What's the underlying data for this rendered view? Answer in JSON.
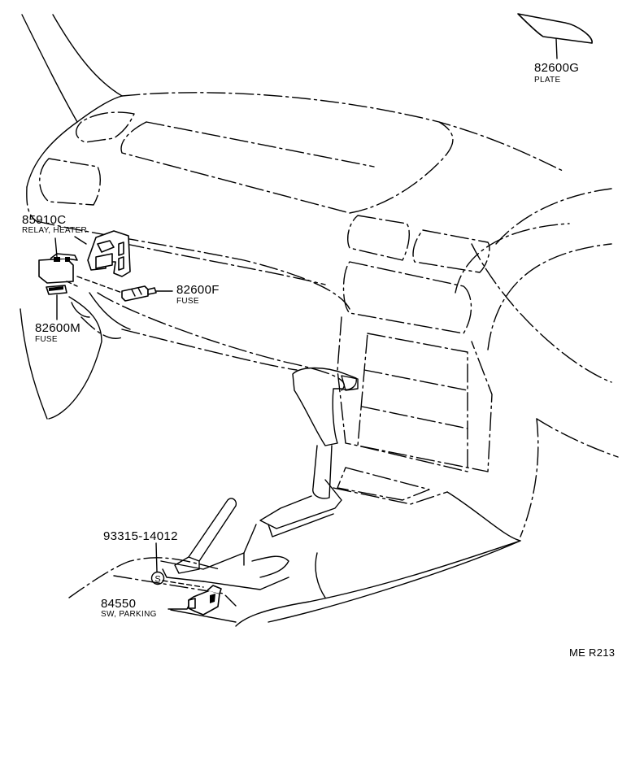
{
  "parts": [
    {
      "id": "plate",
      "part_number": "82600G",
      "description": "PLATE"
    },
    {
      "id": "relay-heater",
      "part_number": "85910C",
      "description": "RELAY, HEATER"
    },
    {
      "id": "fuse-right",
      "part_number": "82600F",
      "description": "FUSE"
    },
    {
      "id": "fuse-left",
      "part_number": "82600M",
      "description": "FUSE"
    },
    {
      "id": "screw",
      "part_number": "93315-14012",
      "description": "",
      "symbol": "S"
    },
    {
      "id": "parking-switch",
      "part_number": "84550",
      "description": "SW, PARKING"
    }
  ],
  "reference": "ME R213"
}
